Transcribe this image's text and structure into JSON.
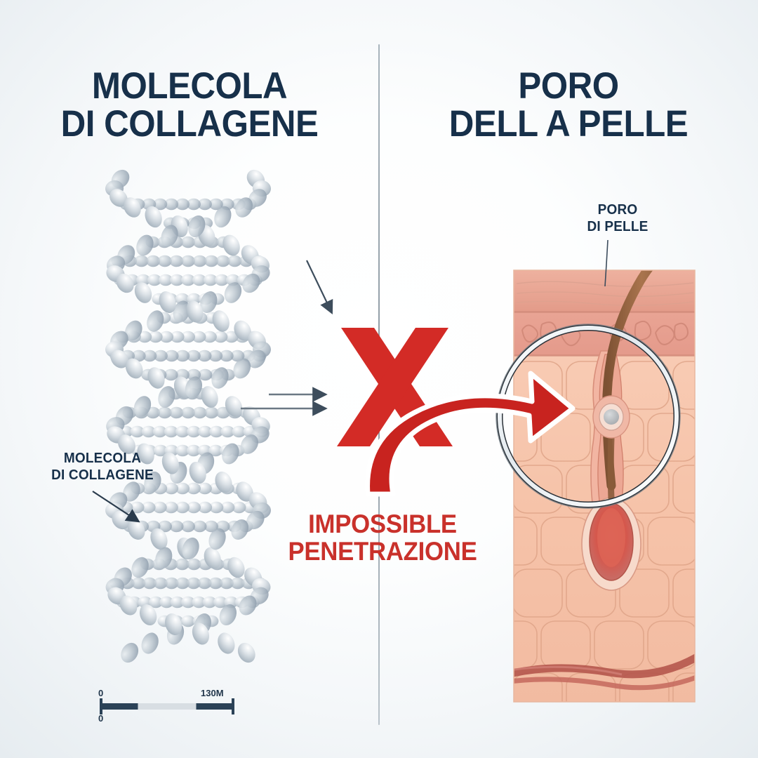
{
  "page": {
    "language": "Italian",
    "topic": "collagen molecule cannot penetrate skin pore",
    "background_color": "#eef3f6"
  },
  "titles": {
    "left": "MOLECOLA\nDI COLLAGENE",
    "right": "PORO\nDELL A PELLE",
    "color": "#17304a"
  },
  "divider": {
    "name": "vertical-divider",
    "color": "#9aa6ae"
  },
  "left_panel": {
    "callout_label": "MOLECOLA\nDI COLLAGENE",
    "illustration": "dna-double-helix",
    "helix_color": "#c3cdd5",
    "scale_bar": {
      "start_label_top": "0",
      "start_label_bottom": "0",
      "end_label": "130M",
      "bar_color": "#2b4257",
      "mid_color": "#d8dee3"
    }
  },
  "center": {
    "cross_mark": "X",
    "cross_color": "#d32b26",
    "status_text": "IMPOSSIBLE\nPENETRAZIONE",
    "status_color": "#c9312b",
    "arrows": [
      {
        "name": "arrow-diagonal",
        "direction": "down-right",
        "color": "#3c4c5c"
      },
      {
        "name": "arrow-horizontal-upper",
        "direction": "right",
        "color": "#6b7884"
      },
      {
        "name": "arrow-horizontal-lower",
        "direction": "right",
        "color": "#6b7884"
      },
      {
        "name": "arrow-curved-red",
        "direction": "sweep-right",
        "color": "#c8231f"
      }
    ]
  },
  "right_panel": {
    "callout_label": "PORO\nDI PELLE",
    "illustration": "skin-cross-section-with-hair-follicle",
    "magnifier": "circle-lens",
    "colors": {
      "stratum_corneum": "#e8a694",
      "epidermis": "#e9a093",
      "dermis": "#f6c6ad",
      "hair": "#9a6b4a",
      "follicle": "#e8907f",
      "vessel": "#b5564c"
    }
  }
}
